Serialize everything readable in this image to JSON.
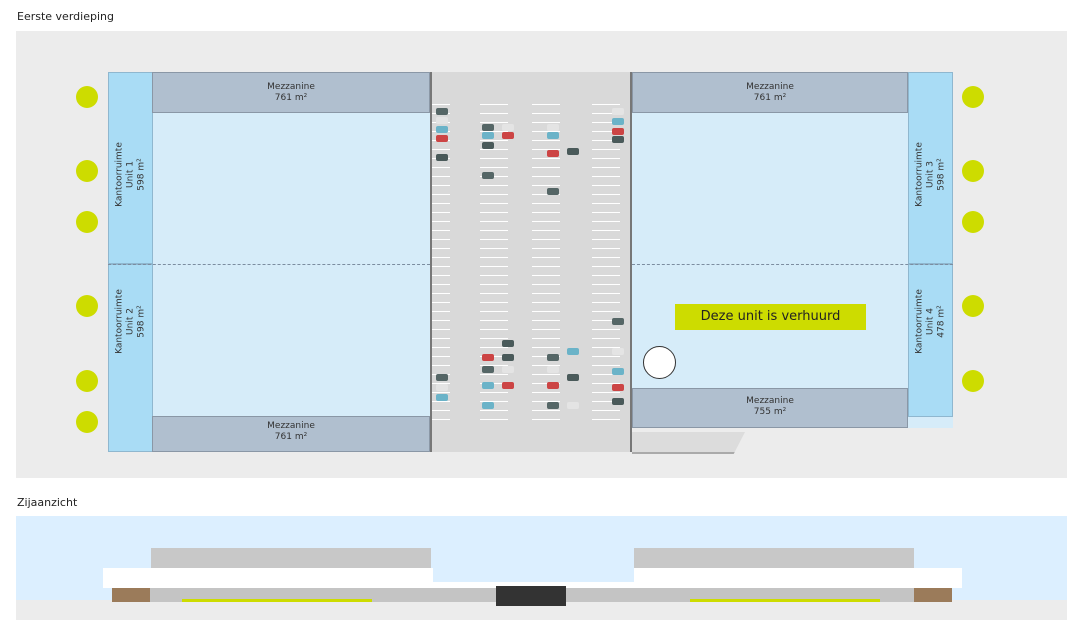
{
  "floor_plan": {
    "title": "Eerste verdieping",
    "units": [
      {
        "office_label": "Kantoorruimte",
        "unit": "Unit 1",
        "area": "598 m²"
      },
      {
        "office_label": "Kantoorruimte",
        "unit": "Unit 2",
        "area": "598 m²"
      },
      {
        "office_label": "Kantoorruimte",
        "unit": "Unit 3",
        "area": "598 m²"
      },
      {
        "office_label": "Kantoorruimte",
        "unit": "Unit 4",
        "area": "478 m²"
      }
    ],
    "mezzanines": [
      {
        "label": "Mezzanine",
        "area": "761 m²"
      },
      {
        "label": "Mezzanine",
        "area": "761 m²"
      },
      {
        "label": "Mezzanine",
        "area": "761 m²"
      },
      {
        "label": "Mezzanine",
        "area": "755 m²"
      }
    ],
    "rented_banner": "Deze unit is verhuurd",
    "colors": {
      "accent": "#cddc00",
      "office": "#a9dcf5",
      "hall": "#d6ecf9",
      "mezzanine": "#b0bfcf"
    }
  },
  "side_view": {
    "title": "Zijaanzicht"
  }
}
